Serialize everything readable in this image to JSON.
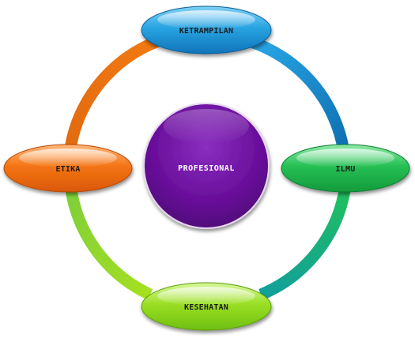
{
  "diagram": {
    "center": {
      "label": "PROFESIONAL",
      "color": "#6a0f9c"
    },
    "nodes": [
      {
        "id": "top",
        "label": "KETRAMPILAN",
        "color": "#1f8fd6"
      },
      {
        "id": "right",
        "label": "ILMU",
        "color": "#1fb84a"
      },
      {
        "id": "bottom",
        "label": "KESEHATAN",
        "color": "#8ed81a"
      },
      {
        "id": "left",
        "label": "ETIKA",
        "color": "#f06a0c"
      }
    ],
    "ring_colors": {
      "top_right": "#1f8fd6",
      "right_bottom": "#1fb84a",
      "bottom_left": "#8ed81a",
      "left_top": "#f06a0c"
    }
  }
}
